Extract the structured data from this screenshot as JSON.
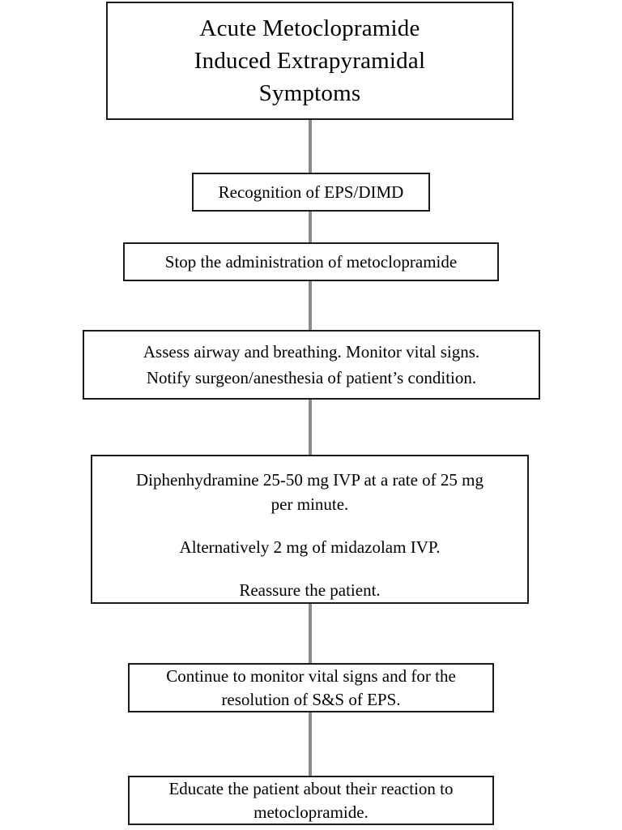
{
  "chart_data": {
    "type": "diagram",
    "title": "Acute Metoclopramide Induced Extrapyramidal Symptoms",
    "orientation": "vertical",
    "node_count": 7,
    "connector_color": "#8c8c8c",
    "border_color": "#1a1a1a",
    "background_color": "#ffffff"
  },
  "flowchart": {
    "title_node": {
      "lines": [
        "Acute Metoclopramide",
        "Induced Extrapyramidal",
        "Symptoms"
      ]
    },
    "nodes": [
      {
        "id": "recognition",
        "lines": [
          "Recognition of EPS/DIMD"
        ]
      },
      {
        "id": "stop",
        "lines": [
          "Stop the administration of metoclopramide"
        ]
      },
      {
        "id": "assess",
        "lines": [
          "Assess airway and breathing. Monitor vital signs.",
          "Notify surgeon/anesthesia of patient’s condition."
        ]
      },
      {
        "id": "treatment",
        "lines": [
          "Diphenhydramine 25-50 mg IVP at a rate of 25 mg",
          "per minute.",
          "Alternatively 2 mg of midazolam IVP.",
          "Reassure the patient."
        ]
      },
      {
        "id": "continue",
        "lines": [
          "Continue to monitor vital signs and for the",
          "resolution of S&S of EPS."
        ]
      },
      {
        "id": "educate",
        "lines": [
          "Educate the patient about their reaction to",
          "metoclopramide."
        ]
      }
    ]
  }
}
